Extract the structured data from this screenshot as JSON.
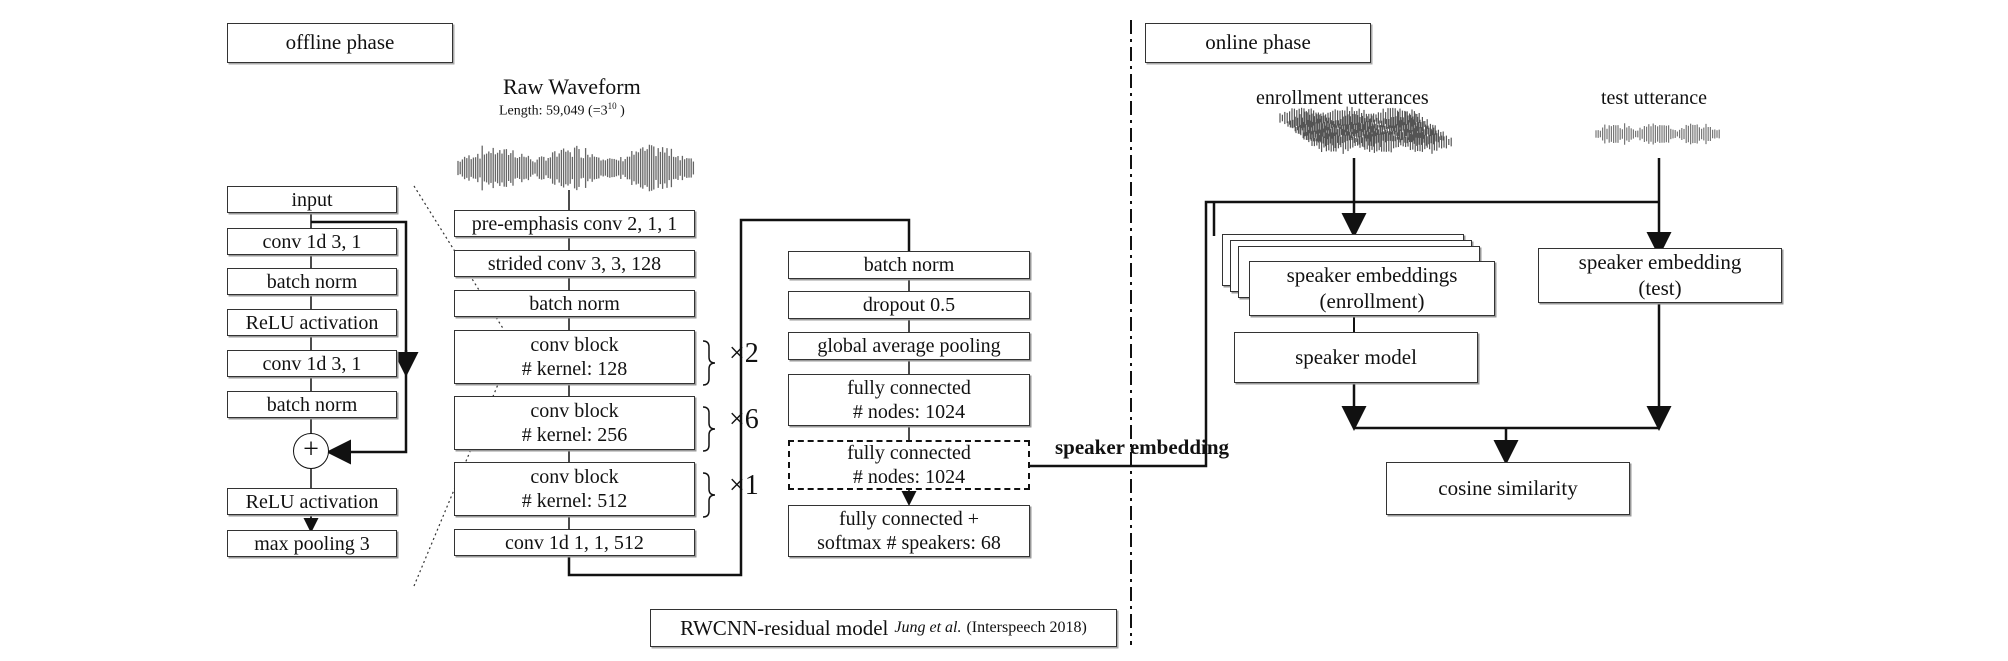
{
  "phases": {
    "offline": "offline phase",
    "online": "online phase"
  },
  "raw_waveform": {
    "title": "Raw Waveform",
    "length_prefix": "Length: 59,049 (=3",
    "length_exp": "10",
    "length_suffix": " )"
  },
  "res_block": [
    "input",
    "conv 1d 3, 1",
    "batch norm",
    "ReLU activation",
    "conv 1d 3, 1",
    "batch norm",
    "ReLU activation",
    "max pooling 3"
  ],
  "sum_symbol": "+",
  "main": {
    "pre_emphasis": "pre-emphasis conv 2, 1, 1",
    "strided": "strided conv 3, 3, 128",
    "bn": "batch norm",
    "block1": {
      "l1": "conv block",
      "l2": "# kernel: 128"
    },
    "block2": {
      "l1": "conv block",
      "l2": "# kernel: 256"
    },
    "block3": {
      "l1": "conv block",
      "l2": "# kernel: 512"
    },
    "conv_last": "conv 1d 1, 1, 512",
    "mult1": "×2",
    "mult2": "×6",
    "mult3": "×1"
  },
  "head": {
    "bn": "batch norm",
    "dropout": "dropout 0.5",
    "gap": "global average pooling",
    "fc1": {
      "l1": "fully connected",
      "l2": "# nodes: 1024"
    },
    "fc2": {
      "l1": "fully connected",
      "l2": "# nodes: 1024"
    },
    "fc3": {
      "l1": "fully connected +",
      "l2": "softmax # speakers: 68"
    }
  },
  "speaker_embedding_label": "speaker embedding",
  "caption": {
    "model": "RWCNN-residual model",
    "authors": "Jung et al.",
    "venue": "(Interspeech 2018)"
  },
  "online": {
    "enroll_label": "enrollment utterances",
    "test_label": "test utterance",
    "enroll_emb": {
      "l1": "speaker embeddings",
      "l2": "(enrollment)"
    },
    "test_emb": {
      "l1": "speaker embedding",
      "l2": "(test)"
    },
    "speaker_model": "speaker model",
    "cosine": "cosine similarity"
  }
}
